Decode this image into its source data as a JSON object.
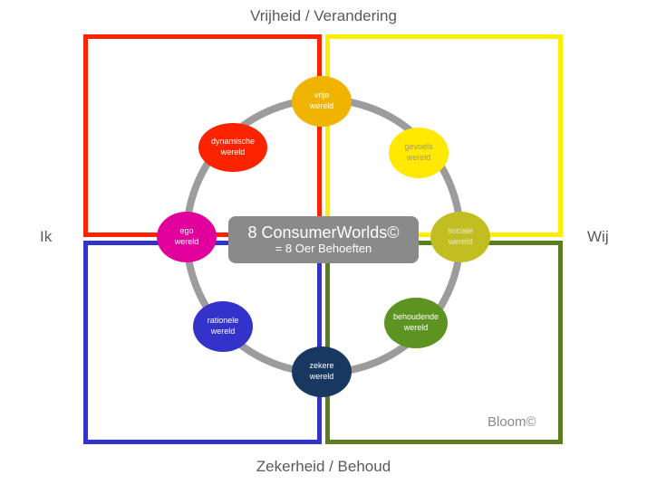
{
  "axes": {
    "top": "Vrijheid / Verandering",
    "bottom": "Zekerheid / Behoud",
    "left": "Ik",
    "right": "Wij",
    "text_color": "#5a5a5a"
  },
  "quadrants": {
    "top_left": {
      "name": "vrijheid-ik",
      "color": "#fb2300"
    },
    "top_right": {
      "name": "vrijheid-wij",
      "color": "#ffee00"
    },
    "bottom_left": {
      "name": "zekerheid-ik",
      "color": "#3333cc"
    },
    "bottom_right": {
      "name": "zekerheid-wij",
      "color": "#5c7d20"
    }
  },
  "circle": {
    "color": "#9c9c9c"
  },
  "center_box": {
    "title": "8 ConsumerWorlds©",
    "subtitle": "= 8 Oer Behoeften",
    "bg": "#8a8a8a",
    "text_color": "#ffffff"
  },
  "credit": {
    "label": "Bloom©",
    "color": "#8a8a8a"
  },
  "worlds": [
    {
      "id": "vrije",
      "label": "vrije\nwereld",
      "color": "#f0b400",
      "text_color": "#ffffff"
    },
    {
      "id": "gevoels",
      "label": "gevoels\nwereld",
      "color": "#ffe900",
      "text_color": "#a39b64"
    },
    {
      "id": "sociale",
      "label": "sociale\nwereld",
      "color": "#c2bd20",
      "text_color": "#e9e9d2"
    },
    {
      "id": "behoudende",
      "label": "behoudende\nwereld",
      "color": "#5d9321",
      "text_color": "#ffffff"
    },
    {
      "id": "zekere",
      "label": "zekere\nwereld",
      "color": "#183862",
      "text_color": "#ffffff"
    },
    {
      "id": "rationele",
      "label": "rationele\nwereld",
      "color": "#3333cc",
      "text_color": "#ffffff"
    },
    {
      "id": "ego",
      "label": "ego\nwereld",
      "color": "#e1009b",
      "text_color": "#ffffff"
    },
    {
      "id": "dynamische",
      "label": "dynamische\nwereld",
      "color": "#fb2300",
      "text_color": "#ffffff"
    }
  ]
}
